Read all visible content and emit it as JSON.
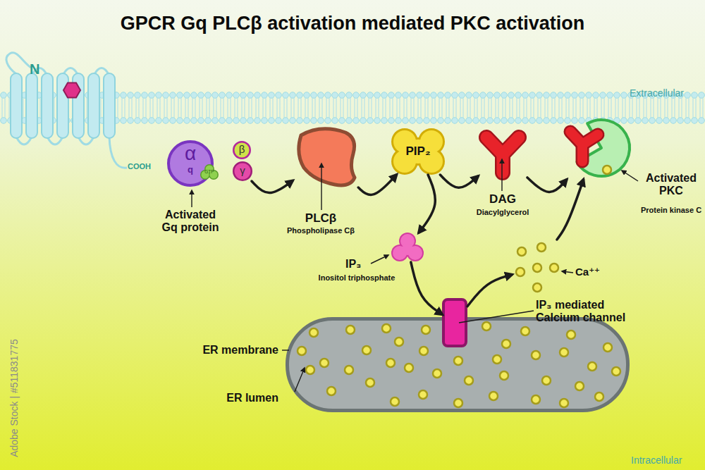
{
  "diagram": {
    "title": "GPCR Gq PLCβ activation mediated PKC activation",
    "nodes": [
      {
        "text": [
          "α",
          "q",
          "Activated Gq protein"
        ]
      },
      {
        "text": [
          "GTP"
        ],
        "in": 0
      },
      {
        "text": [
          "β"
        ]
      },
      {
        "text": [
          "γ"
        ]
      },
      {
        "text": [
          "PLCβ",
          "Phospholipase Cβ"
        ]
      },
      {
        "text": [
          "PIP₂"
        ]
      },
      {
        "text": [
          "DAG",
          "Diacylglycerol"
        ]
      },
      {
        "text": [
          "Activated PKC",
          "Protein kinase C"
        ]
      },
      {
        "text": [
          "IP₃",
          "Inositol triphosphate"
        ]
      },
      {
        "text": [
          "Ca⁺⁺"
        ]
      },
      {
        "text": [
          "ER membrane",
          "ER lumen"
        ]
      },
      {
        "text": [
          "IP₃ mediated Calcium channel"
        ],
        "in": 10
      }
    ],
    "edges": [
      {
        "from": 3,
        "to": 4,
        "arrow": "to"
      },
      {
        "from": 4,
        "to": 5,
        "arrow": "to"
      },
      {
        "from": 5,
        "to": 6,
        "arrow": "to"
      },
      {
        "from": 5,
        "to": 8,
        "arrow": "to"
      },
      {
        "from": 6,
        "to": 7,
        "arrow": "to"
      },
      {
        "from": 8,
        "to": 11,
        "arrow": "to"
      },
      {
        "from": 11,
        "to": 9,
        "arrow": "to"
      },
      {
        "from": 9,
        "to": 7,
        "arrow": "to"
      }
    ],
    "labels": [
      "N",
      "COOH",
      "Extracellular",
      "Intracellular",
      "Adobe Stock | #511831775"
    ]
  }
}
